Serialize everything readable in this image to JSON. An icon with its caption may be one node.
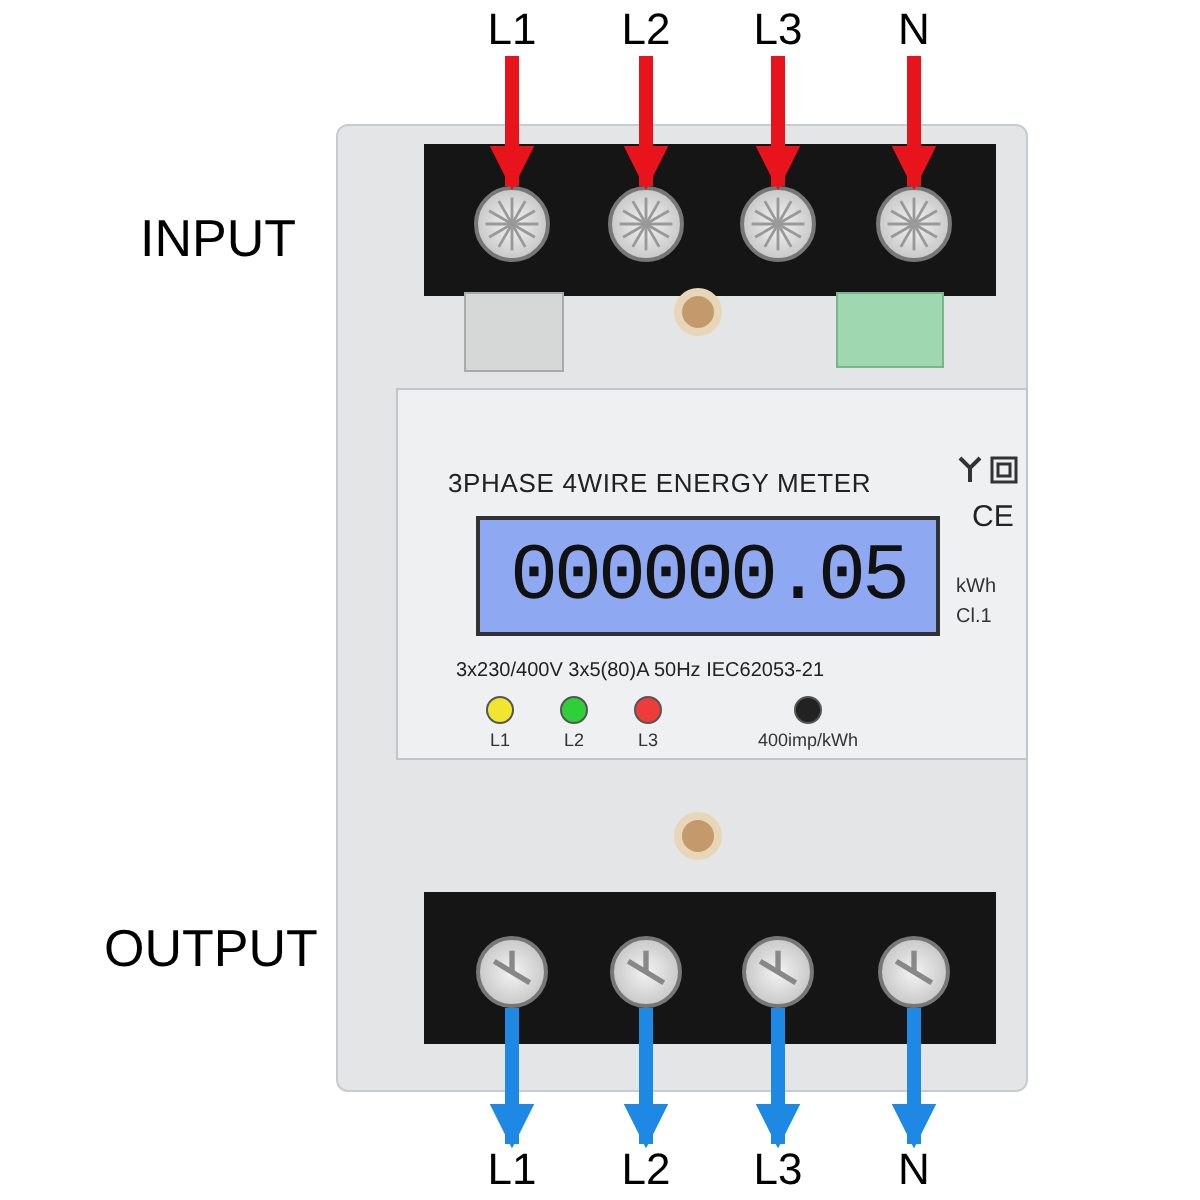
{
  "diagram": {
    "nodes": [
      {
        "text": [
          "L1"
        ]
      },
      {
        "text": [
          "L2"
        ]
      },
      {
        "text": [
          "L3"
        ]
      },
      {
        "text": [
          "N"
        ]
      },
      {
        "text": [],
        "shape": "circle"
      },
      {
        "text": [],
        "shape": "circle"
      },
      {
        "text": [],
        "shape": "circle"
      },
      {
        "text": [],
        "shape": "circle"
      },
      {
        "text": [],
        "shape": "circle"
      },
      {
        "text": [],
        "shape": "circle"
      },
      {
        "text": [],
        "shape": "circle"
      },
      {
        "text": [],
        "shape": "circle"
      },
      {
        "text": [
          "L1"
        ]
      },
      {
        "text": [
          "L2"
        ]
      },
      {
        "text": [
          "L3"
        ]
      },
      {
        "text": [
          "N"
        ]
      }
    ],
    "edges": [
      {
        "from": 0,
        "to": 4,
        "arrow": "to",
        "color": "#e8141b"
      },
      {
        "from": 1,
        "to": 5,
        "arrow": "to",
        "color": "#e8141b"
      },
      {
        "from": 2,
        "to": 6,
        "arrow": "to",
        "color": "#e8141b"
      },
      {
        "from": 3,
        "to": 7,
        "arrow": "to",
        "color": "#e8141b"
      },
      {
        "from": 8,
        "to": 12,
        "arrow": "to",
        "color": "#1e88e5"
      },
      {
        "from": 9,
        "to": 13,
        "arrow": "to",
        "color": "#1e88e5"
      },
      {
        "from": 10,
        "to": 14,
        "arrow": "to",
        "color": "#1e88e5"
      },
      {
        "from": 11,
        "to": 15,
        "arrow": "to",
        "color": "#1e88e5"
      }
    ],
    "labels": [
      "INPUT",
      "3PHASE 4WIRE ENERGY METER",
      "CE",
      "000000.05",
      "kWh",
      "Cl.1",
      "3x230/400V 3x5(80)A 50Hz IEC62053-21",
      "L1",
      "L2",
      "L3",
      "400imp/kWh",
      "OUTPUT"
    ]
  }
}
